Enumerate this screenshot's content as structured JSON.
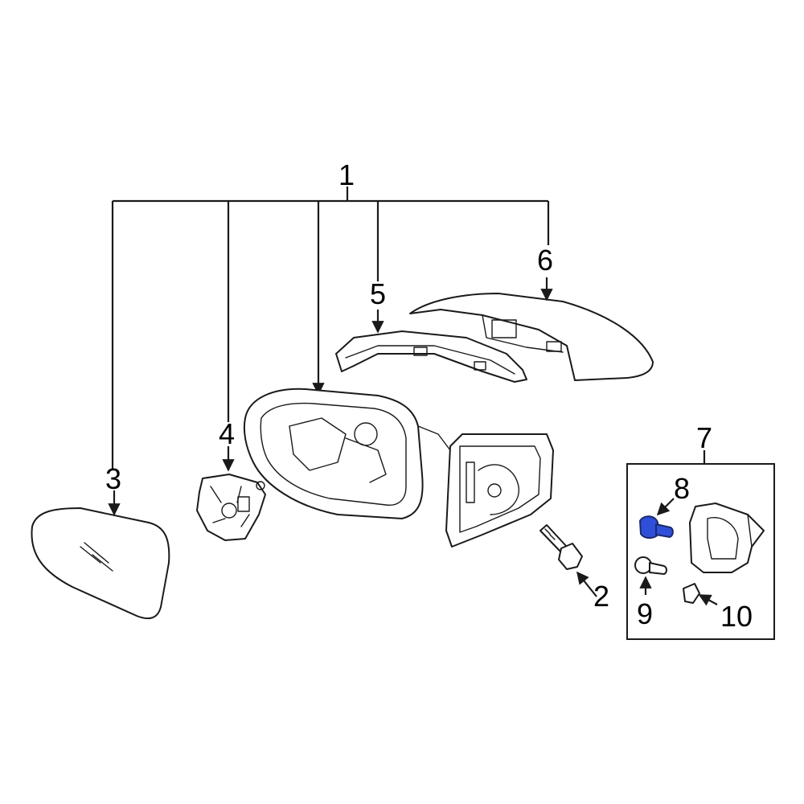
{
  "callouts": {
    "c1": "1",
    "c2": "2",
    "c3": "3",
    "c4": "4",
    "c5": "5",
    "c6": "6",
    "c7": "7",
    "c8": "8",
    "c9": "9",
    "c10": "10"
  },
  "colors": {
    "line": "#1a1a1a",
    "highlight": "#2f4fd8",
    "background": "#ffffff"
  },
  "highlighted_part": "8"
}
